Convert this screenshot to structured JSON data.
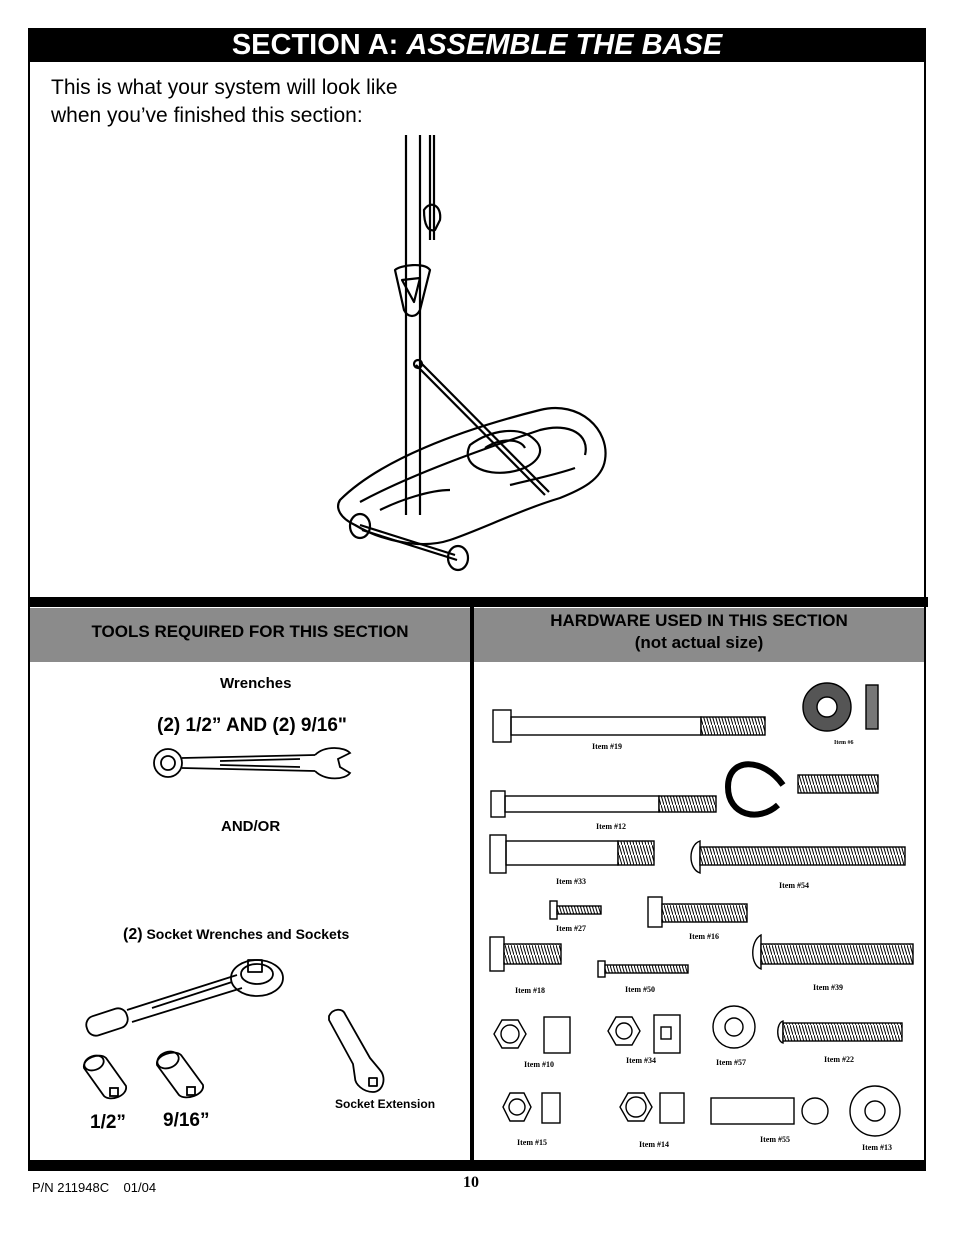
{
  "section_title": {
    "prefix": "SECTION A: ",
    "name": "ASSEMBLE THE BASE"
  },
  "intro": {
    "line1": "This is what your system will look like",
    "line2": "when you’ve finished this section:"
  },
  "tools": {
    "header": "TOOLS REQUIRED FOR THIS SECTION",
    "wrenches_label": "Wrenches",
    "wrench_sizes": "(2) 1/2” AND (2) 9/16\"",
    "andor": "AND/OR",
    "socket_qty": "(2)",
    "socket_label": "Socket Wrenches and Sockets",
    "socket_half": "1/2”",
    "socket_916": "9/16”",
    "socket_extension": "Socket Extension"
  },
  "hardware": {
    "header_line1": "HARDWARE USED IN THIS SECTION",
    "header_line2": "(not actual size)",
    "items": {
      "i19": "Item #19",
      "i6": "Item #6",
      "i12": "Item #12",
      "i33": "Item #33",
      "i54": "Item #54",
      "i27": "Item #27",
      "i16": "Item #16",
      "i18": "Item #18",
      "i50": "Item #50",
      "i39": "Item #39",
      "i10": "Item #10",
      "i34": "Item #34",
      "i57": "Item #57",
      "i22": "Item #22",
      "i15": "Item #15",
      "i14": "Item #14",
      "i55": "Item #55",
      "i13": "Item #13"
    }
  },
  "footer": {
    "part_number": "P/N 211948C    01/04",
    "page": "10"
  }
}
